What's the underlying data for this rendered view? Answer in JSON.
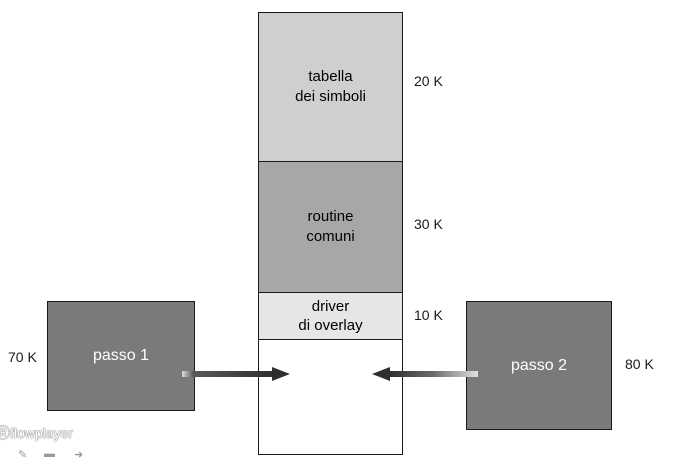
{
  "memory": {
    "segments": [
      {
        "label": "tabella\ndei simboli",
        "size": "20 K",
        "color": "#cfcfcf"
      },
      {
        "label": "routine\ncomuni",
        "size": "30 K",
        "color": "#a7a7a7"
      },
      {
        "label": "driver\ndi overlay",
        "size": "10 K",
        "color": "#e6e6e6"
      },
      {
        "label": "",
        "size": "",
        "color": "#ffffff"
      }
    ]
  },
  "passes": [
    {
      "label": "passo 1",
      "size": "70 K",
      "color": "#7a7a7a"
    },
    {
      "label": "passo 2",
      "size": "80 K",
      "color": "#7a7a7a"
    }
  ],
  "watermark": {
    "text": "flowplayer"
  }
}
